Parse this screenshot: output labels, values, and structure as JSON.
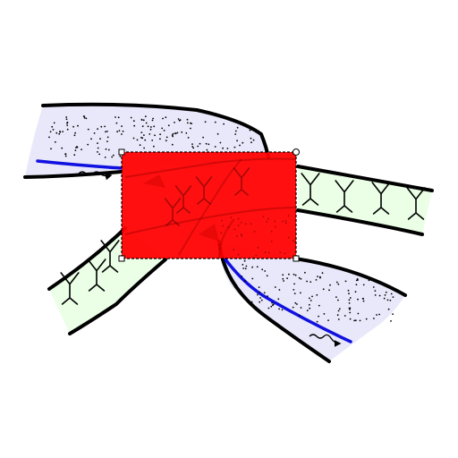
{
  "colors": {
    "background": "#ffffff",
    "sand_area": "#e8e8fa",
    "green_area": "#eaffe6",
    "outline": "#000000",
    "river": "#1010e0",
    "selection_fill": "#ff0000",
    "selection_border": "#000000"
  },
  "selection": {
    "fill_opacity": 0.94,
    "border_style": "dashed",
    "handle_count": 4
  },
  "icons": {
    "plant": "plant-symbol-icon",
    "flow": "flow-arrow-icon",
    "handle": "resize-handle-icon"
  }
}
